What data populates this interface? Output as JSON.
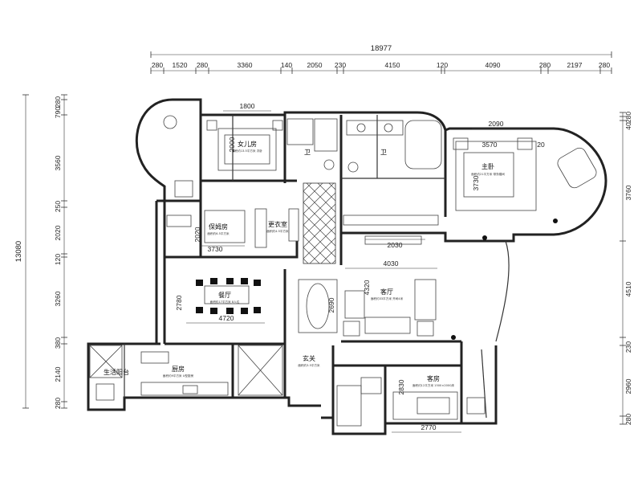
{
  "plan": {
    "total_width_label": "18977",
    "total_height_label": "13080",
    "top_segments": [
      "280",
      "1520",
      "280",
      "3360",
      "140",
      "2050",
      "230",
      "4150",
      "120",
      "4090",
      "280",
      "2197",
      "280"
    ],
    "left_segments": [
      "280",
      "790",
      "3560",
      "250",
      "2020",
      "120",
      "3260",
      "380",
      "2140",
      "280"
    ],
    "right_segments": [
      "280",
      "40",
      "3760",
      "4510",
      "230",
      "2960",
      "280"
    ]
  },
  "rooms": {
    "daughter": {
      "name": "女儿房",
      "sub": "面积约13.5平方米 次卧"
    },
    "bath1": {
      "name": "卫"
    },
    "bath2": {
      "name": "卫"
    },
    "master": {
      "name": "主卧",
      "sub": "面积约21平方米 带衣帽间"
    },
    "nanny": {
      "name": "保姆房",
      "sub": "面积约6.5平方米"
    },
    "closet": {
      "name": "更衣室",
      "sub": "面积约4.5平方米"
    },
    "dining": {
      "name": "餐厅",
      "sub": "面积约17平方米 8人位"
    },
    "living": {
      "name": "客厅",
      "sub": "面积约33平方米 开间4米"
    },
    "foyer": {
      "name": "玄关",
      "sub": "面积约3.5平方米"
    },
    "balcony": {
      "name": "生活阳台"
    },
    "kitchen": {
      "name": "厨房",
      "sub": "面积约9平方米 U型厨房"
    },
    "guest": {
      "name": "客房",
      "sub": "面积约12平方米 1500×2000床"
    }
  },
  "inner_dims": {
    "d1800": "1800",
    "d2000": "2000",
    "d2090": "2090",
    "d3570": "3570",
    "d3730v": "3730",
    "d2020": "2020",
    "d3730": "3730",
    "d2030": "2030",
    "d4030": "4030",
    "d2780": "2780",
    "d4720": "4720",
    "d2690": "2690",
    "d4320": "4320",
    "d2830": "2830",
    "d2770": "2770",
    "d20": "20"
  }
}
